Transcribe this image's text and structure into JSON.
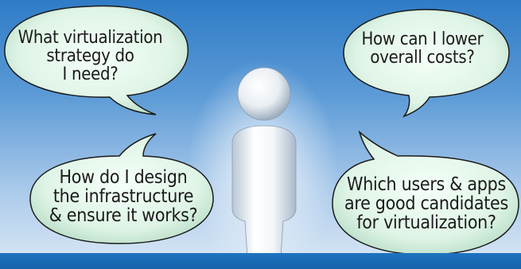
{
  "bubbles": [
    {
      "lines": [
        "What virtualization",
        "strategy do",
        "I need?"
      ]
    },
    {
      "lines": [
        "How do I design",
        "the infrastructure",
        "& ensure it works?"
      ]
    },
    {
      "lines": [
        "How can I lower",
        "overall costs?"
      ]
    },
    {
      "lines": [
        "Which users & apps",
        "are good candidates",
        "for virtualization?"
      ]
    }
  ],
  "colors": {
    "sky_top": "#2f7cc6",
    "sky_bottom": "#dce9f6",
    "bubble_fill": "#d8f0e0",
    "bubble_stroke": "#1a1a1a",
    "bar": "#1a6bb8"
  },
  "figure_icon": "person-silhouette-icon"
}
